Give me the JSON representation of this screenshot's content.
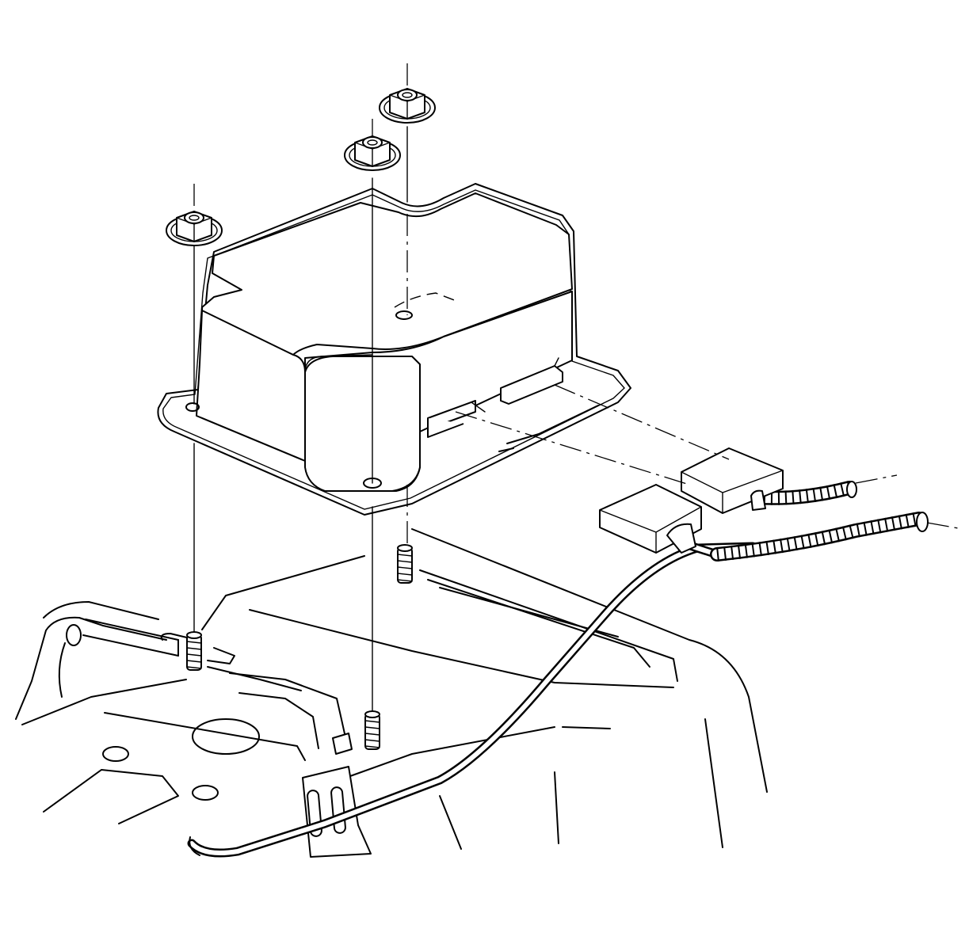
{
  "diagram": {
    "parts": {
      "module": "module",
      "nuts": [
        "nut",
        "nut",
        "nut"
      ],
      "studs": [
        "stud",
        "stud",
        "stud"
      ],
      "connectors": [
        "connector",
        "connector"
      ],
      "harness": "harness",
      "floor_panel": "floor-panel",
      "bracket": "bracket"
    }
  }
}
